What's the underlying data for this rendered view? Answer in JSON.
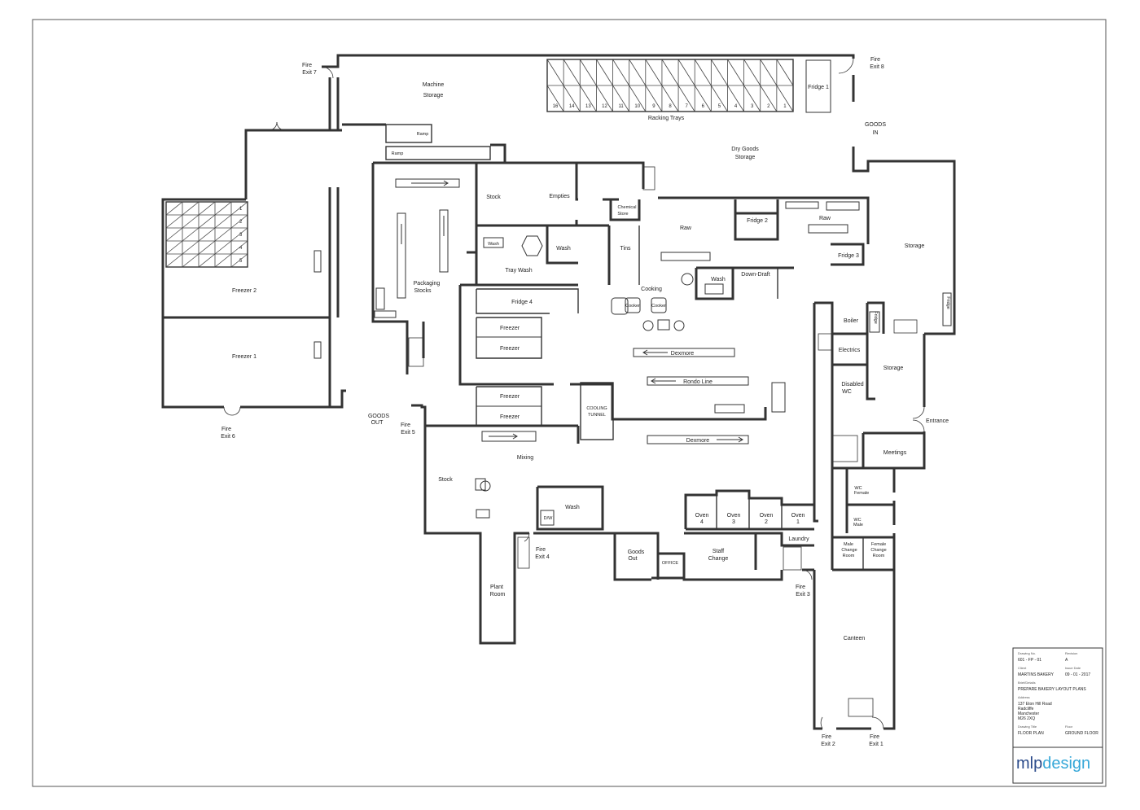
{
  "rooms": {
    "machine_storage_1": "Machine",
    "machine_storage_2": "Storage",
    "racking_trays": "Racking Trays",
    "rack_numbers": [
      "16",
      "14",
      "13",
      "12",
      "11",
      "10",
      "9",
      "8",
      "7",
      "6",
      "5",
      "4",
      "3",
      "2",
      "1"
    ],
    "fridge1": "Fridge 1",
    "goods_in_1": "GOODS",
    "goods_in_2": "IN",
    "dry_goods_1": "Dry Goods",
    "dry_goods_2": "Storage",
    "ramp_upper": "Ramp",
    "ramp_lower": "Ramp",
    "stock_top": "Stock",
    "empties": "Empties",
    "chemical_store_1": "Chemical",
    "chemical_store_2": "Store",
    "raw_center": "Raw",
    "fridge2": "Fridge 2",
    "raw_right": "Raw",
    "storage_right": "Storage",
    "fridge_vertical": "Fridge",
    "wash_sink_label": "Wash",
    "wash_tray_area": "Wash",
    "tray_wash": "Tray Wash",
    "tins": "Tins",
    "fridge3": "Fridge 3",
    "wash_center": "Wash",
    "down_draft": "Down-Draft",
    "cooking": "Cooking",
    "cooker_1": "Cooker",
    "cooker_2": "Cooker",
    "packaging_stocks_1": "Packaging",
    "packaging_stocks_2": "Stocks",
    "fridge4": "Fridge 4",
    "freezer_a": "Freezer",
    "freezer_b": "Freezer",
    "freezer_c": "Freezer",
    "freezer_d": "Freezer",
    "freezer2": "Freezer 2",
    "freezer1": "Freezer 1",
    "freezer_rack_numbers": [
      "1",
      "2",
      "3",
      "4",
      "5"
    ],
    "dexmore_top": "Dexmore",
    "rondo_line": "Rondo Line",
    "dexmore_bottom": "Dexmore",
    "cooling_tunnel_1": "COOLING",
    "cooling_tunnel_2": "TUNNEL",
    "boiler": "Boiler",
    "fridge_small": "Fridge",
    "electrics": "Electrics",
    "storage_small": "Storage",
    "disabled_wc_1": "Disabled",
    "disabled_wc_2": "WC",
    "entrance": "Entrance",
    "meetings": "Meetings",
    "wc_female_1": "WC",
    "wc_female_2": "Female",
    "wc_male_1": "WC",
    "wc_male_2": "Male",
    "male_change_1": "Male",
    "male_change_2": "Change",
    "male_change_3": "Room",
    "female_change_1": "Female",
    "female_change_2": "Change",
    "female_change_3": "Room",
    "mixing": "Mixing",
    "stock_bottom": "Stock",
    "wash_bottom": "Wash",
    "dw": "D/W",
    "oven4_1": "Oven",
    "oven4_2": "4",
    "oven3_1": "Oven",
    "oven3_2": "3",
    "oven2_1": "Oven",
    "oven2_2": "2",
    "oven1_1": "Oven",
    "oven1_2": "1",
    "laundry": "Laundry",
    "goods_out_room_1": "Goods",
    "goods_out_room_2": "Out",
    "office": "OFFICE",
    "staff_change_1": "Staff",
    "staff_change_2": "Change",
    "plant_room_1": "Plant",
    "plant_room_2": "Room",
    "canteen": "Canteen",
    "goods_out_1": "GOODS",
    "goods_out_2": "OUT"
  },
  "fire_exits": {
    "exit7": [
      "Fire",
      "Exit 7"
    ],
    "exit8": [
      "Fire",
      "Exit 8"
    ],
    "exit6": [
      "Fire",
      "Exit 6"
    ],
    "exit5": [
      "Fire",
      "Exit 5"
    ],
    "exit4": [
      "Fire",
      "Exit 4"
    ],
    "exit3": [
      "Fire",
      "Exit 3"
    ],
    "exit2": [
      "Fire",
      "Exit 2"
    ],
    "exit1": [
      "Fire",
      "Exit 1"
    ]
  },
  "title_block": {
    "drawing_no_label": "Drawing No.",
    "drawing_no": "601 - FP - 01",
    "revision_label": "Revision",
    "revision": "A",
    "client_label": "Client",
    "client": "MARTINS BAKERY",
    "issue_date_label": "Issue Date",
    "issue_date": "09 - 01 - 2017",
    "brief_label": "Brief/Details",
    "brief": "PREPARE BAKERY LAYOUT PLANS",
    "address_label": "Address",
    "address": [
      "137 Eton Hill Road",
      "Radcliffe",
      "Manchester",
      "M26 2XQ"
    ],
    "drawing_title_label": "Drawing Title",
    "drawing_title": "FLOOR PLAN",
    "floor_label": "Floor",
    "floor": "GROUND FLOOR",
    "logo_1": "mlp",
    "logo_2": "design"
  },
  "colors": {
    "line": "#333333",
    "logo_dark": "#2a4a8a",
    "logo_light": "#35a7d8"
  }
}
